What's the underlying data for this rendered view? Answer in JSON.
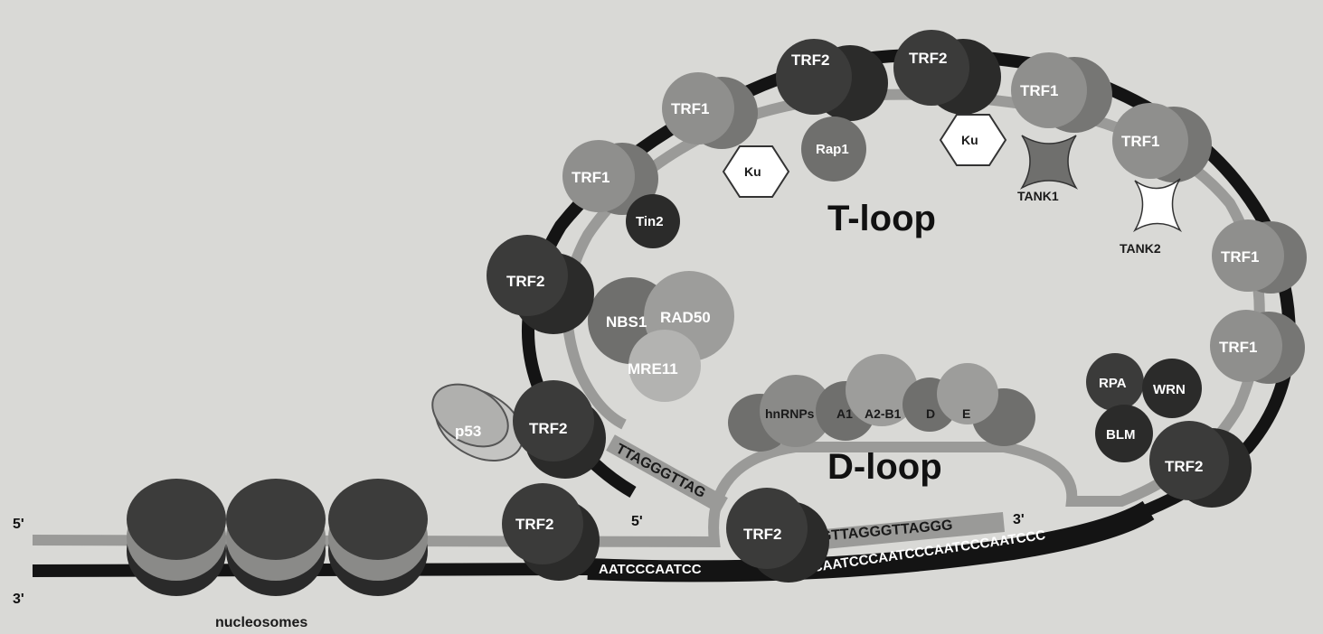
{
  "diagram": {
    "labels": {
      "five_prime_left": "5'",
      "three_prime_left": "3'",
      "five_prime_strand": "5'",
      "three_prime_overhang": "3'",
      "nucleosomes": "nucleosomes",
      "t_loop": "T-loop",
      "d_loop": "D-loop"
    },
    "sequences": {
      "g_strand_top": "TTAGGGTTAG",
      "overhang": "GGTTAGGGTTAGGG",
      "c_strand_left": "AATCCCAATCC",
      "c_strand_right": "CCCAATCCCAATCCCAATCCCAATCCC"
    },
    "proteins": {
      "trf1": "TRF1",
      "trf2": "TRF2",
      "ku": "Ku",
      "rap1": "Rap1",
      "tin2": "Tin2",
      "tank1": "TANK1",
      "tank2": "TANK2",
      "nbs1": "NBS1",
      "rad50": "RAD50",
      "mre11": "MRE11",
      "p53": "p53",
      "rpa": "RPA",
      "wrn": "WRN",
      "blm": "BLM",
      "hnrnps": "hnRNPs",
      "a1": "A1",
      "a2b1": "A2-B1",
      "d": "D",
      "e": "E"
    },
    "colors": {
      "background": "#d9d9d6",
      "dark_strand": "#141414",
      "light_strand": "#9a9a98",
      "trf1": "#8a8a88",
      "trf2": "#3b3b3a"
    }
  }
}
